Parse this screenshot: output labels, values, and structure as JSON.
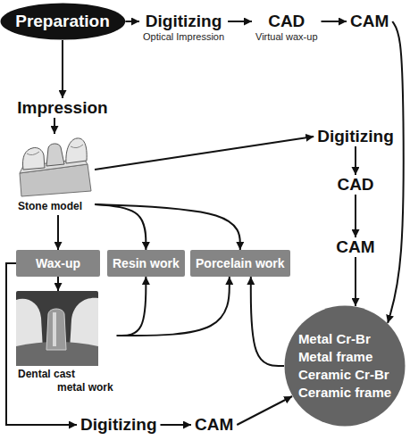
{
  "diagram": {
    "nodes": [
      {
        "text": [
          "Preparation"
        ]
      },
      {
        "text": [
          "Digitizing",
          "Optical Impression"
        ]
      },
      {
        "text": [
          "CAD",
          "Virtual wax-up"
        ]
      },
      {
        "text": [
          "CAM"
        ]
      },
      {
        "text": [
          "Impression"
        ]
      },
      {
        "text": [
          "Stone model"
        ]
      },
      {
        "text": [
          "Digitizing"
        ]
      },
      {
        "text": [
          "CAD"
        ]
      },
      {
        "text": [
          "CAM"
        ]
      },
      {
        "text": [
          "Wax-up"
        ]
      },
      {
        "text": [
          "Resin work"
        ]
      },
      {
        "text": [
          "Porcelain work"
        ]
      },
      {
        "text": [
          "Dental cast",
          "metal work"
        ]
      },
      {
        "text": [
          "Metal Cr-Br",
          "Metal frame",
          "Ceramic Cr-Br",
          "Ceramic frame"
        ]
      },
      {
        "text": [
          "Digitizing"
        ]
      },
      {
        "text": [
          "CAM"
        ]
      }
    ],
    "edges": [
      {
        "from": 0,
        "to": 1,
        "arrow": "to"
      },
      {
        "from": 1,
        "to": 2,
        "arrow": "to"
      },
      {
        "from": 2,
        "to": 3,
        "arrow": "to"
      },
      {
        "from": 3,
        "to": 13,
        "arrow": "to"
      },
      {
        "from": 0,
        "to": 4,
        "arrow": "to"
      },
      {
        "from": 4,
        "to": 5,
        "arrow": "to"
      },
      {
        "from": 5,
        "to": 6,
        "arrow": "to"
      },
      {
        "from": 6,
        "to": 7,
        "arrow": "to"
      },
      {
        "from": 7,
        "to": 8,
        "arrow": "to"
      },
      {
        "from": 8,
        "to": 13,
        "arrow": "to"
      },
      {
        "from": 5,
        "to": 9,
        "arrow": "to"
      },
      {
        "from": 5,
        "to": 10,
        "arrow": "to"
      },
      {
        "from": 5,
        "to": 11,
        "arrow": "to"
      },
      {
        "from": 9,
        "to": 12,
        "arrow": "to"
      },
      {
        "from": 12,
        "to": 10,
        "arrow": "to"
      },
      {
        "from": 12,
        "to": 11,
        "arrow": "to"
      },
      {
        "from": 13,
        "to": 11,
        "arrow": "to"
      },
      {
        "from": 9,
        "to": 14,
        "arrow": "to"
      },
      {
        "from": 14,
        "to": 15,
        "arrow": "to"
      },
      {
        "from": 15,
        "to": 13,
        "arrow": "to"
      }
    ]
  }
}
